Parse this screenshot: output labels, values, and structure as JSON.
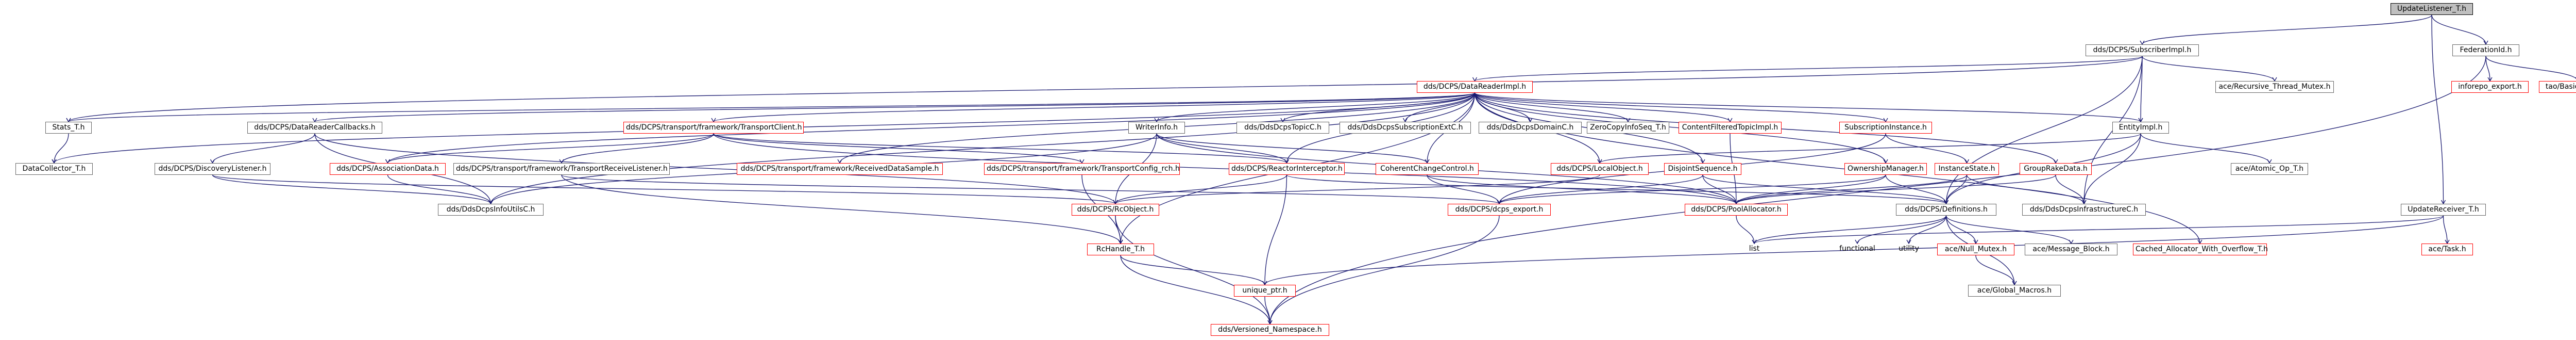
{
  "nodes": {
    "update_listener": "UpdateListener_T.h",
    "subscriber_impl": "dds/DCPS/SubscriberImpl.h",
    "federation_id": "FederationId.h",
    "data_reader_impl": "dds/DCPS/DataReaderImpl.h",
    "recursive_mutex": "ace/Recursive_Thread_Mutex.h",
    "inforepo_export": "inforepo_export.h",
    "basic_types": "tao/Basic_Types.h",
    "stats_t": "Stats_T.h",
    "data_reader_callbacks": "dds/DCPS/DataReaderCallbacks.h",
    "transport_client": "dds/DCPS/transport/framework/TransportClient.h",
    "writer_info": "WriterInfo.h",
    "dcps_topic_c": "dds/DdsDcpsTopicC.h",
    "dcps_subscription_ext_c": "dds/DdsDcpsSubscriptionExtC.h",
    "dcps_domain_c": "dds/DdsDcpsDomainC.h",
    "zero_copy_info_seq": "ZeroCopyInfoSeq_T.h",
    "content_filtered_topic": "ContentFilteredTopicImpl.h",
    "subscription_instance": "SubscriptionInstance.h",
    "entity_impl": "EntityImpl.h",
    "data_collector": "DataCollector_T.h",
    "discovery_listener": "dds/DCPS/DiscoveryListener.h",
    "association_data": "dds/DCPS/AssociationData.h",
    "transport_receive_listener": "dds/DCPS/transport/framework/TransportReceiveListener.h",
    "received_data_sample": "dds/DCPS/transport/framework/ReceivedDataSample.h",
    "transport_config_rch": "dds/DCPS/transport/framework/TransportConfig_rch.h",
    "reactor_interceptor": "dds/DCPS/ReactorInterceptor.h",
    "coherent_change_control": "CoherentChangeControl.h",
    "local_object": "dds/DCPS/LocalObject.h",
    "disjoint_sequence": "DisjointSequence.h",
    "ownership_manager": "OwnershipManager.h",
    "instance_state": "InstanceState.h",
    "group_rake_data": "GroupRakeData.h",
    "atomic_op": "ace/Atomic_Op_T.h",
    "update_receiver": "UpdateReceiver_T.h",
    "dcps_info_utils_c": "dds/DdsDcpsInfoUtilsC.h",
    "rc_object": "dds/DCPS/RcObject.h",
    "dcps_export": "dds/DCPS/dcps_export.h",
    "pool_allocator": "dds/DCPS/PoolAllocator.h",
    "definitions": "dds/DCPS/Definitions.h",
    "dcps_infrastructure_c": "dds/DdsDcpsInfrastructureC.h",
    "list": "list",
    "functional": "functional",
    "utility": "utility",
    "null_mutex": "ace/Null_Mutex.h",
    "message_block": "ace/Message_Block.h",
    "cached_allocator": "Cached_Allocator_With_Overflow_T.h",
    "ace_task": "ace/Task.h",
    "rc_handle": "RcHandle_T.h",
    "unique_ptr": "unique_ptr.h",
    "global_macros": "ace/Global_Macros.h",
    "versioned_namespace": "dds/Versioned_Namespace.h"
  }
}
